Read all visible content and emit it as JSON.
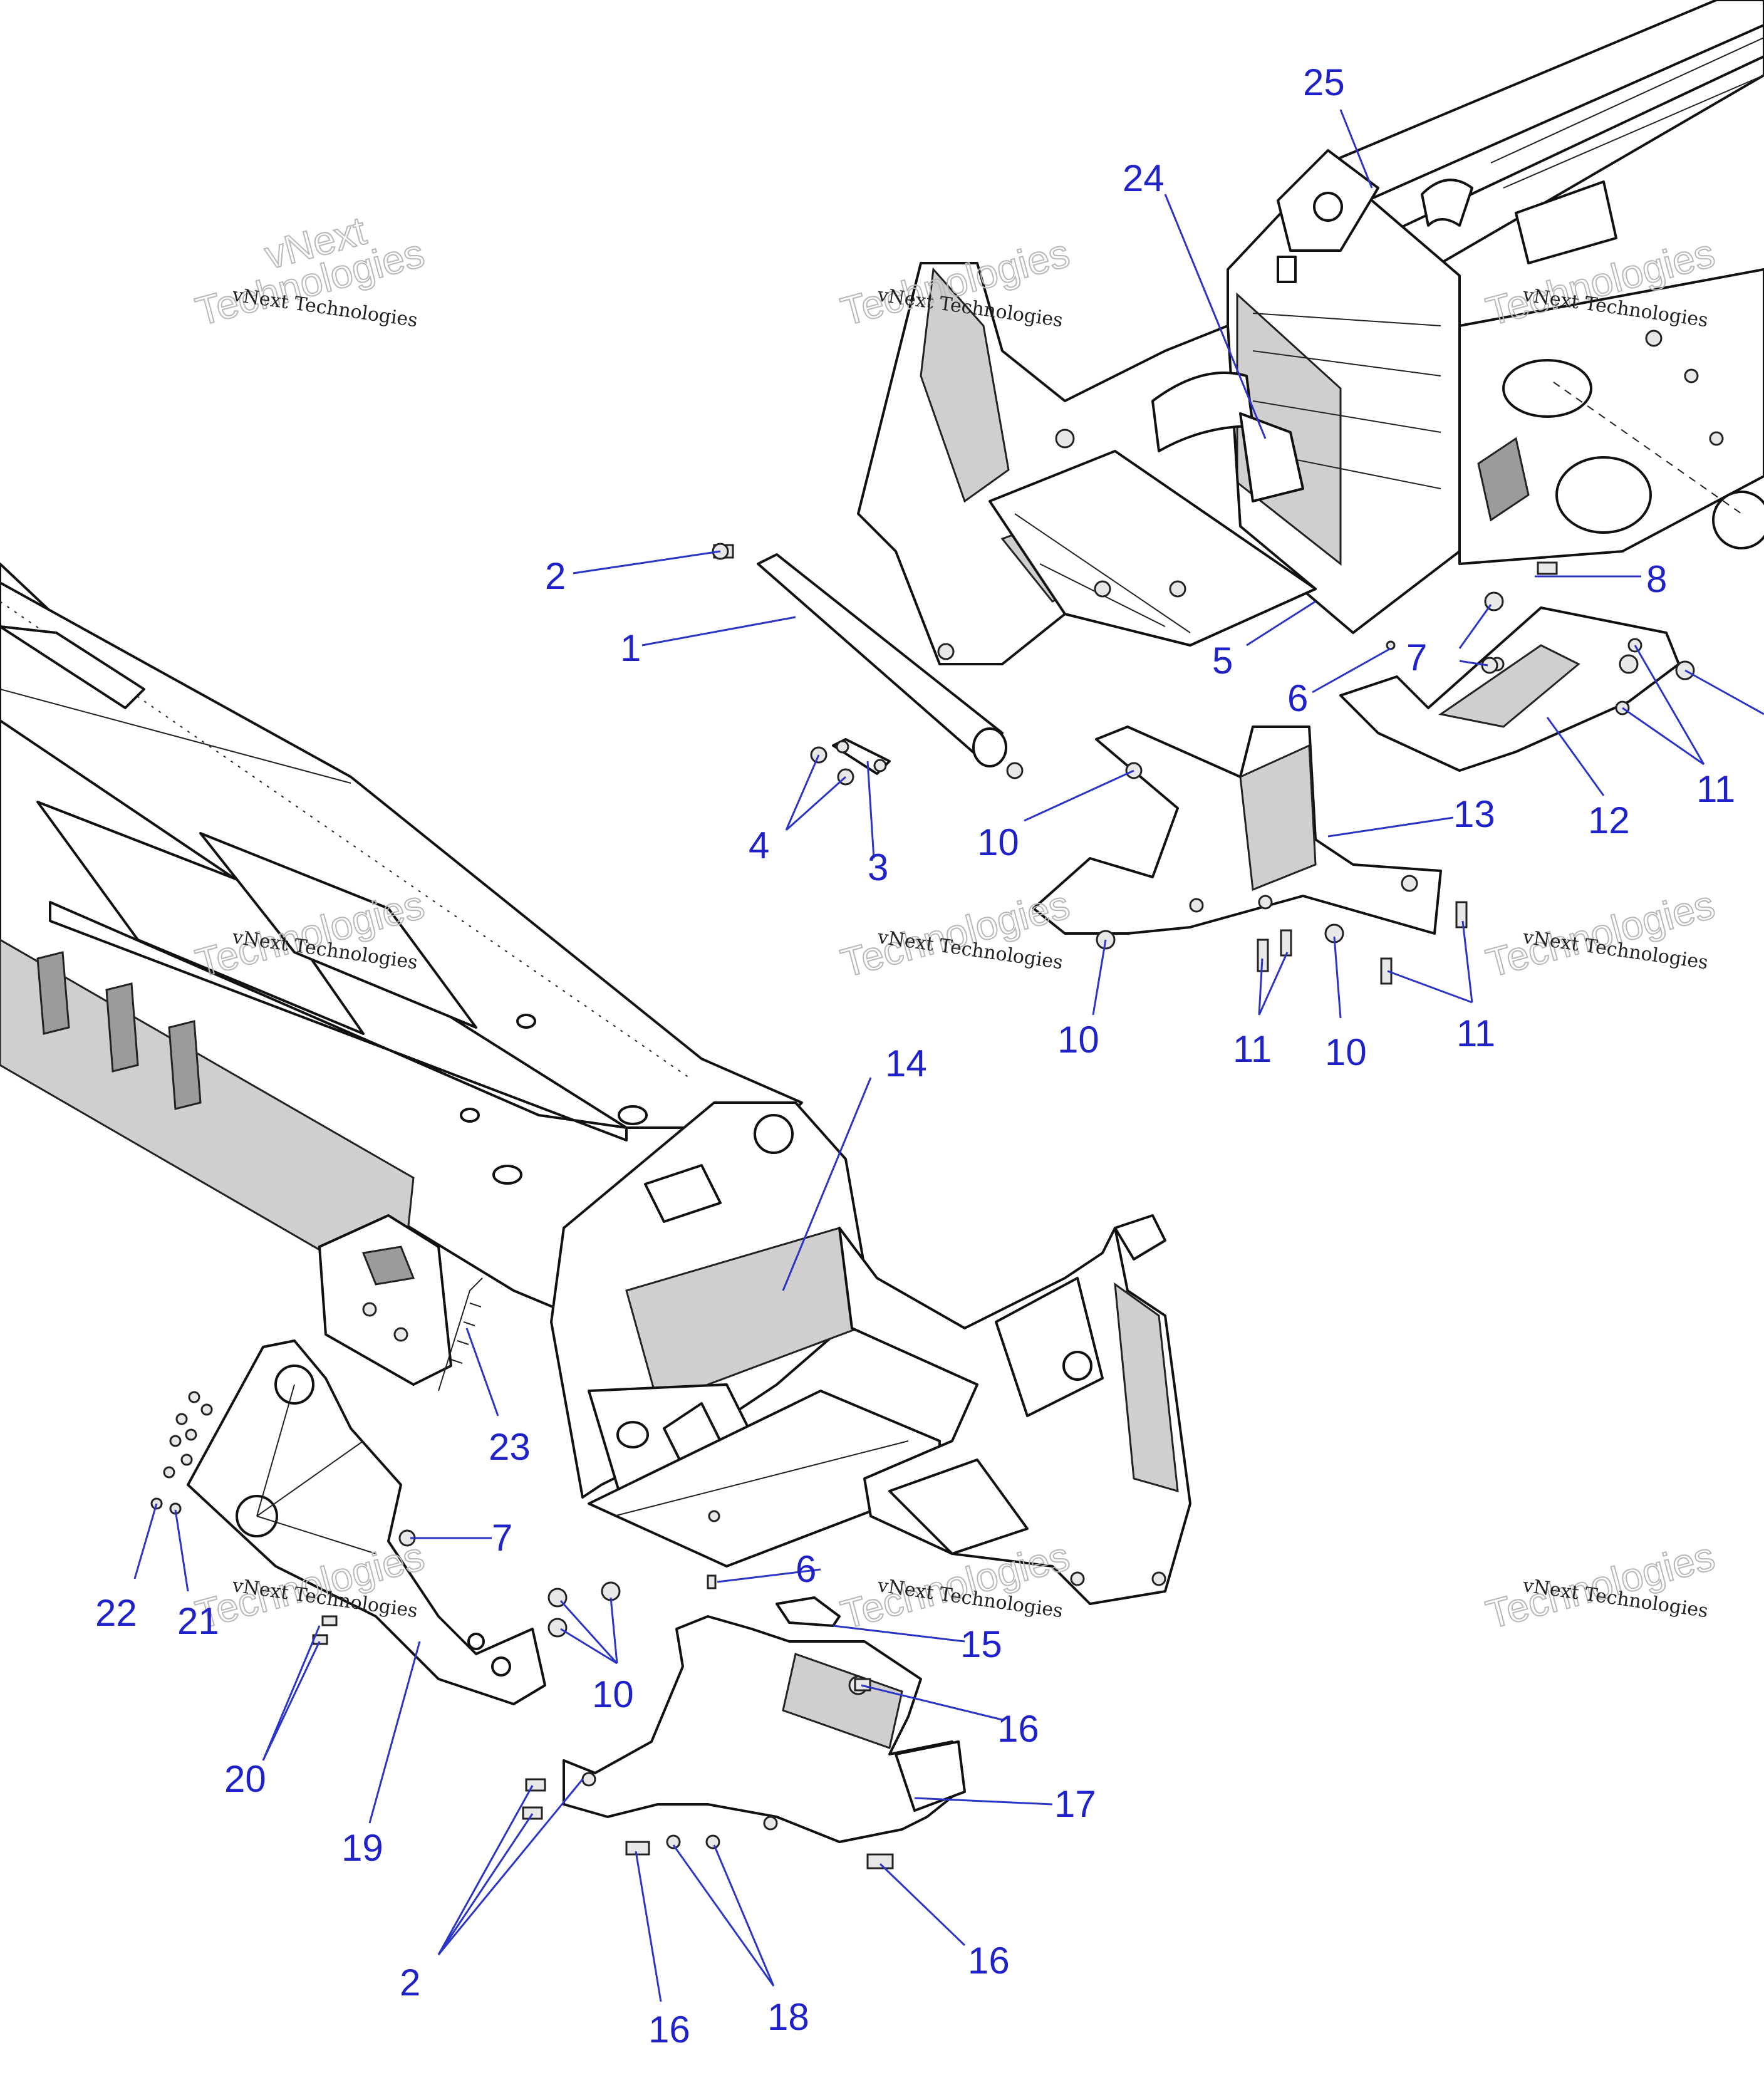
{
  "diagram": {
    "callouts": [
      "25",
      "24",
      "2",
      "1",
      "5",
      "8",
      "7",
      "6",
      "11",
      "12",
      "10",
      "13",
      "3",
      "4",
      "10",
      "11",
      "10",
      "11",
      "14",
      "23",
      "7",
      "22",
      "21",
      "6",
      "10",
      "15",
      "16",
      "20",
      "19",
      "17",
      "2",
      "16",
      "16",
      "18"
    ],
    "watermark": {
      "line1": "vNext Technologies",
      "line2": "vNext",
      "line3": "Technologies"
    }
  }
}
